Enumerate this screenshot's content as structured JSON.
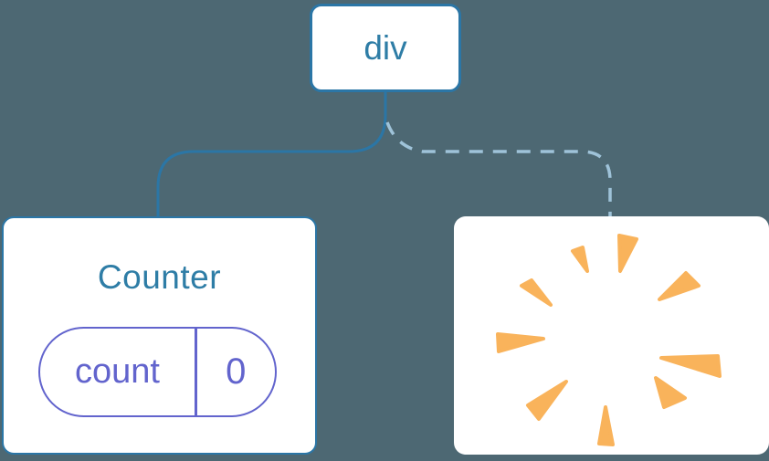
{
  "page": {
    "background": "#4D6873"
  },
  "colors": {
    "card_bg": "#FFFFFF",
    "node_border": "#2B76A6",
    "node_text": "#2E7DA6",
    "solid_link": "#2B76A6",
    "dashed_link": "#9FC3D9",
    "state_accent": "#6264CD",
    "burst": "#F9B35B"
  },
  "diagram": {
    "root_node": {
      "label": "div"
    },
    "counter_node": {
      "title": "Counter",
      "state_pill": {
        "name": "count",
        "value": "0"
      }
    },
    "removed_node": {
      "icon": "poof-burst-icon"
    },
    "links": [
      {
        "from": "div",
        "to": "Counter",
        "style": "solid"
      },
      {
        "from": "div",
        "to": "removed-slot",
        "style": "dashed"
      }
    ]
  }
}
